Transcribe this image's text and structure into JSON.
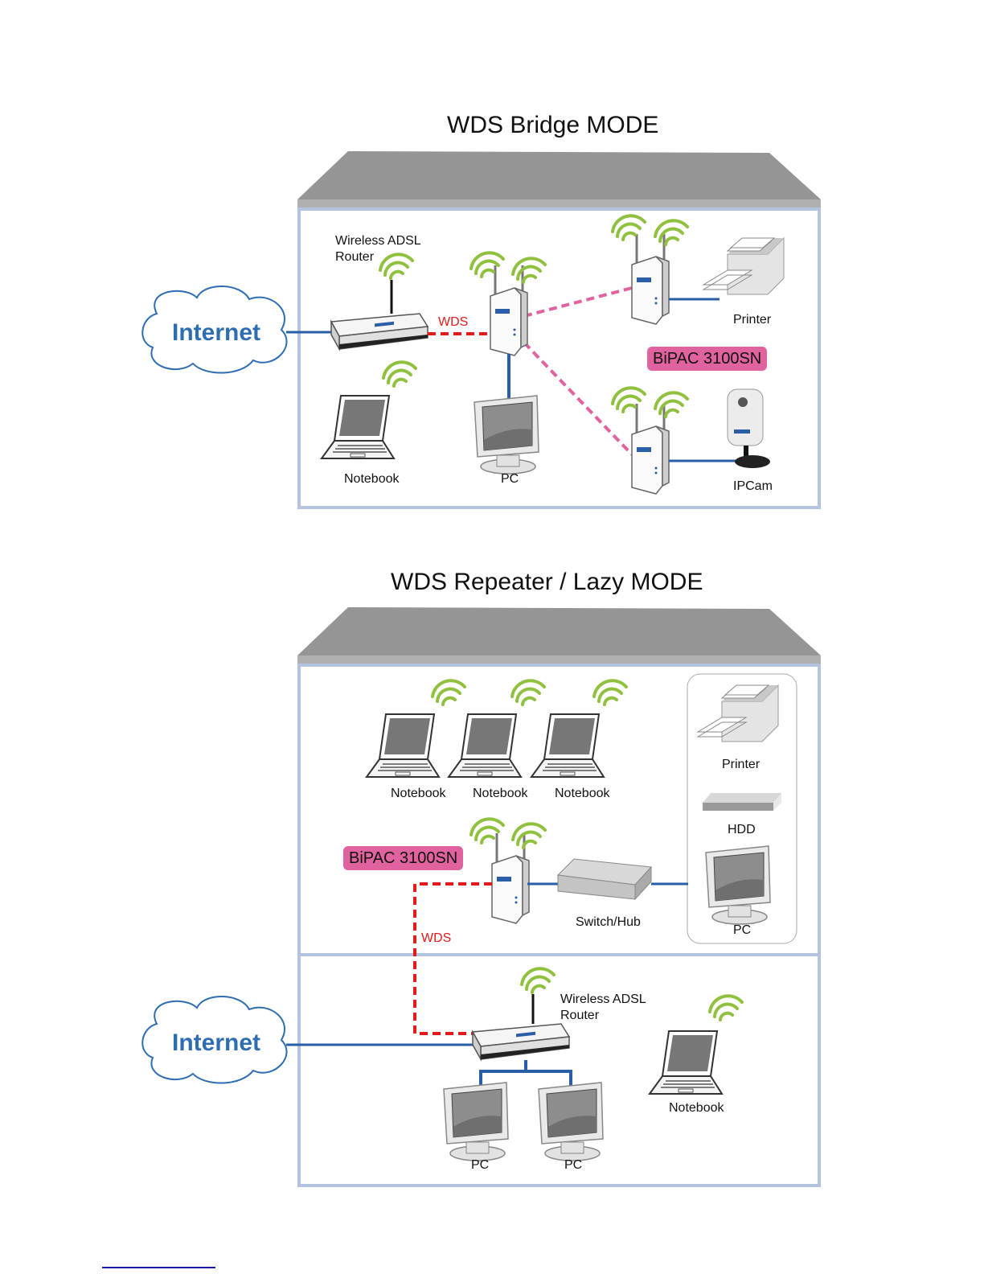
{
  "diagrams": [
    {
      "title": "WDS Bridge MODE",
      "internet_label": "Internet",
      "router_label_line1": "Wireless ADSL",
      "router_label_line2": "Router",
      "wds_label": "WDS",
      "device_badge": "BiPAC 3100SN",
      "devices": {
        "printer": "Printer",
        "notebook": "Notebook",
        "pc": "PC",
        "ipcam": "IPCam"
      }
    },
    {
      "title": "WDS Repeater / Lazy MODE",
      "internet_label": "Internet",
      "router_label_line1": "Wireless ADSL",
      "router_label_line2": "Router",
      "wds_label": "WDS",
      "device_badge": "BiPAC 3100SN",
      "devices": {
        "notebooks": [
          "Notebook",
          "Notebook",
          "Notebook"
        ],
        "printer": "Printer",
        "hdd": "HDD",
        "pc_group": "PC",
        "switch": "Switch/Hub",
        "pcs": [
          "PC",
          "PC"
        ],
        "notebook": "Notebook"
      }
    }
  ],
  "colors": {
    "roof": "#959595",
    "wall": "#b3c3e0",
    "cable": "#2a5ea6",
    "wds_red": "#e21b1b",
    "wds_pink": "#e0629e",
    "wifi": "#8fc13e",
    "badge": "#e0629e"
  }
}
